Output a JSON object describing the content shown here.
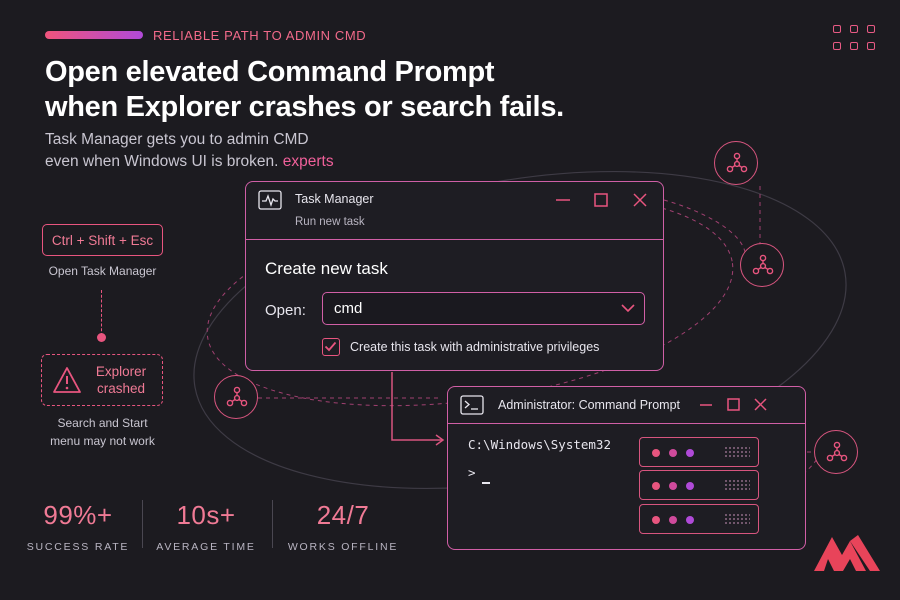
{
  "eyebrow": "RELIABLE PATH TO ADMIN CMD",
  "headline": {
    "line1": "Open elevated Command Prompt",
    "line2": "when Explorer crashes or search fails."
  },
  "subtitle": {
    "line1": "Task Manager gets you to admin CMD",
    "line2": "even when Windows UI is broken.",
    "link": "experts"
  },
  "flow": {
    "shortcut": "Ctrl + Shift + Esc",
    "shortcut_caption": "Open Task Manager",
    "crash_line1": "Explorer",
    "crash_line2": "crashed",
    "crash_caption_line1": "Search and Start",
    "crash_caption_line2": "menu may not work"
  },
  "task_manager": {
    "title": "Task Manager",
    "subtitle": "Run new task",
    "heading": "Create new task",
    "open_label": "Open:",
    "open_value": "cmd",
    "checkbox_label": "Create this task with administrative privileges",
    "checkbox_checked": true
  },
  "cmd_window": {
    "title": "Administrator: Command Prompt",
    "path": "C:\\Windows\\System32",
    "prompt": ">"
  },
  "stats": [
    {
      "value": "99%+",
      "label": "SUCCESS RATE"
    },
    {
      "value": "10s+",
      "label": "AVERAGE TIME"
    },
    {
      "value": "24/7",
      "label": "WORKS OFFLINE"
    }
  ],
  "icons": {
    "warning": "warning-triangle-icon",
    "task_manager": "pulse-monitor-icon",
    "terminal": "terminal-icon",
    "node": "network-node-icon",
    "grid": "grid-dots-icon",
    "logo": "brand-logo"
  },
  "colors": {
    "background": "#1c1b20",
    "accent": "#e8557f",
    "accent_purple": "#b04ad8",
    "text": "#ffffff"
  }
}
